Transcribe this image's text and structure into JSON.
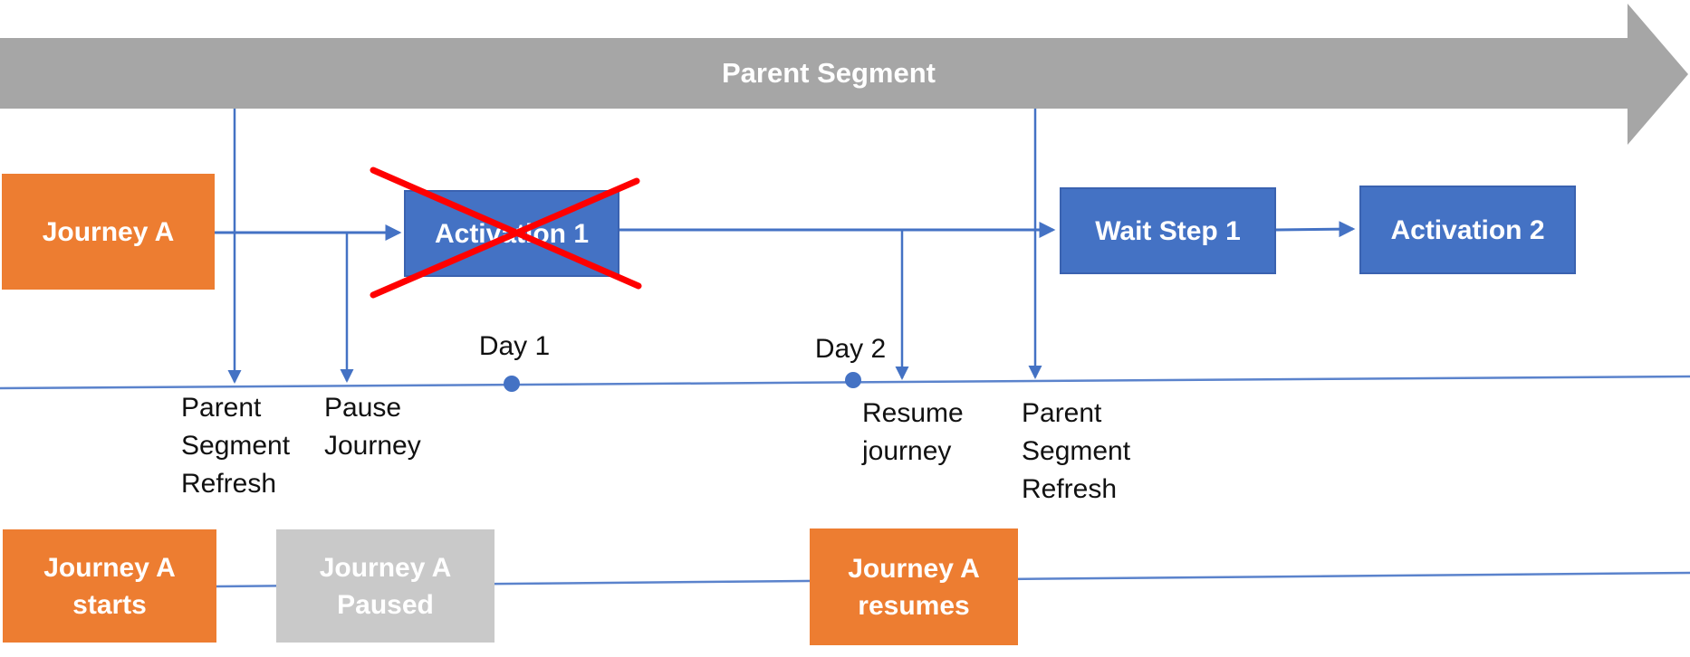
{
  "diagram": {
    "parent_segment_banner": {
      "label": "Parent Segment",
      "color": "#A6A6A6"
    },
    "journey_flow": {
      "journey_a": {
        "label": "Journey A",
        "color": "#ED7D31"
      },
      "activation_1": {
        "label": "Activation 1",
        "color": "#4472C4",
        "crossed_out": true
      },
      "wait_step_1": {
        "label": "Wait Step 1",
        "color": "#4472C4"
      },
      "activation_2": {
        "label": "Activation 2",
        "color": "#4472C4"
      }
    },
    "timeline": {
      "day_markers": [
        {
          "label": "Day 1"
        },
        {
          "label": "Day 2"
        }
      ],
      "events": [
        {
          "label": "Parent\nSegment\nRefresh"
        },
        {
          "label": "Pause\nJourney"
        },
        {
          "label": "Resume\njourney"
        },
        {
          "label": "Parent\nSegment\nRefresh"
        }
      ]
    },
    "journey_status": {
      "starts": {
        "label": "Journey A\nstarts",
        "color": "#ED7D31"
      },
      "paused": {
        "label": "Journey A\nPaused",
        "color": "#C9C9C9"
      },
      "resumes": {
        "label": "Journey A\nresumes",
        "color": "#ED7D31"
      }
    },
    "colors": {
      "box_orange": "#ED7D31",
      "box_blue": "#4472C4",
      "banner_gray": "#A6A6A6",
      "paused_gray": "#C9C9C9",
      "connector_blue": "#4472C4",
      "timeline_blue": "#5B83CC",
      "cross_red": "#FF0000"
    }
  }
}
